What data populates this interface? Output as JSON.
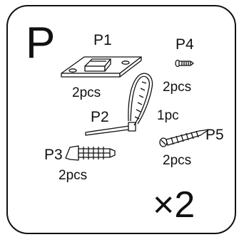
{
  "section_letter": "P",
  "multiplier": "×2",
  "parts": [
    {
      "code": "P1",
      "qty": "2pcs",
      "icon": "bracket-icon"
    },
    {
      "code": "P2",
      "qty": "1pc",
      "icon": "cable-tie-icon"
    },
    {
      "code": "P3",
      "qty": "2pcs",
      "icon": "wall-anchor-icon"
    },
    {
      "code": "P4",
      "qty": "2pcs",
      "icon": "small-screw-icon"
    },
    {
      "code": "P5",
      "qty": "2pcs",
      "icon": "wood-screw-icon"
    }
  ]
}
